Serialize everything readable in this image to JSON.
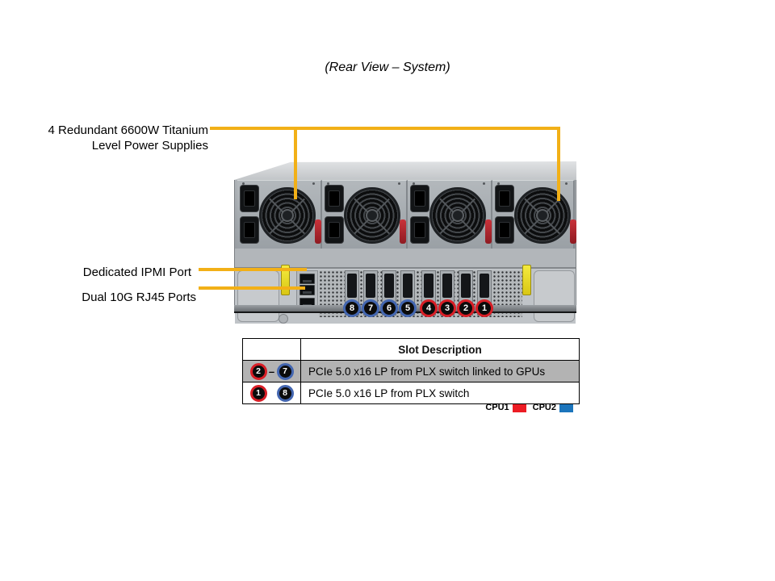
{
  "title": "(Rear View – System)",
  "callouts": {
    "power_supplies": {
      "line1": "4 Redundant 6600W Titanium",
      "line2": "Level Power Supplies"
    },
    "ipmi": "Dedicated IPMI Port",
    "rj45": "Dual 10G RJ45 Ports",
    "line_color": "#F2B017"
  },
  "rack": {
    "slot_badges": [
      {
        "n": "8",
        "cpu": "blue"
      },
      {
        "n": "7",
        "cpu": "blue"
      },
      {
        "n": "6",
        "cpu": "blue"
      },
      {
        "n": "5",
        "cpu": "blue"
      },
      {
        "n": "4",
        "cpu": "red"
      },
      {
        "n": "3",
        "cpu": "red"
      },
      {
        "n": "2",
        "cpu": "red"
      },
      {
        "n": "1",
        "cpu": "red"
      }
    ]
  },
  "slot_table": {
    "header": "Slot Description",
    "rows": [
      {
        "badge_a": {
          "n": "2",
          "cpu": "red"
        },
        "separator": "–",
        "badge_b": {
          "n": "7",
          "cpu": "blue"
        },
        "description": "PCIe 5.0 x16 LP from PLX switch linked to GPUs",
        "shaded": true
      },
      {
        "badge_a": {
          "n": "1",
          "cpu": "red"
        },
        "separator": "",
        "badge_b": {
          "n": "8",
          "cpu": "blue"
        },
        "description": "PCIe 5.0 x16 LP from PLX switch",
        "shaded": false
      }
    ]
  },
  "legend": {
    "items": [
      {
        "label": "CPU1",
        "color": "#EC1C24"
      },
      {
        "label": "CPU2",
        "color": "#1C75BC"
      }
    ]
  },
  "colors": {
    "badge_red": "#D81E26",
    "badge_blue": "#4366B0",
    "shaded_row": "#B3B3B3",
    "callout_yellow": "#F2B017"
  }
}
